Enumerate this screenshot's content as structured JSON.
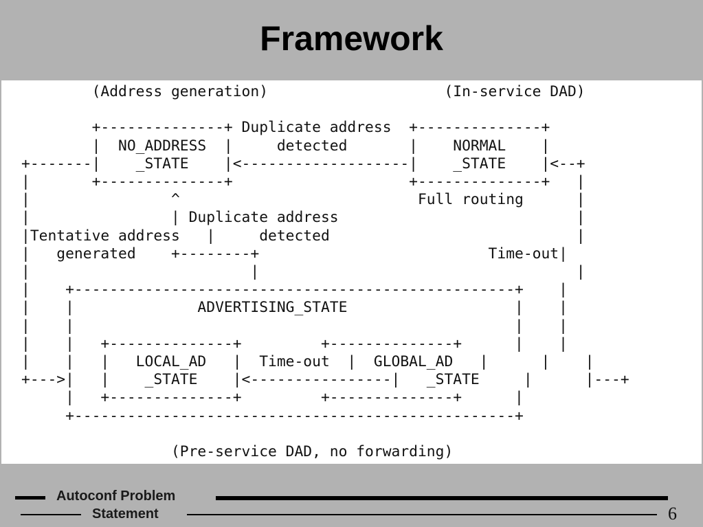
{
  "slide": {
    "title": "Framework",
    "page_number": "6"
  },
  "diagram": {
    "ascii": "        (Address generation)                    (In-service DAD)\n\n        +--------------+ Duplicate address  +--------------+\n        |  NO_ADDRESS  |     detected       |    NORMAL    |\n+-------|    _STATE    |<-------------------|    _STATE    |<--+\n|       +--------------+                    +--------------+   |\n|                ^                           Full routing      |\n|                | Duplicate address                           |\n|Tentative address   |     detected                            |\n|   generated    +--------+                          Time-out|\n|                         |                                    |\n|    +--------------------------------------------------+    |\n|    |              ADVERTISING_STATE                   |    |\n|    |                                                  |    |\n|    |   +--------------+         +--------------+      |    |\n|    |   |   LOCAL_AD   |  Time-out  |  GLOBAL_AD   |      |    |\n+--->|   |    _STATE    |<----------------|   _STATE     |      |---+\n     |   +--------------+         +--------------+      |\n     +--------------------------------------------------+\n\n                 (Pre-service DAD, no forwarding)"
  },
  "footer": {
    "line1": "Autoconf Problem",
    "line2": "Statement"
  }
}
